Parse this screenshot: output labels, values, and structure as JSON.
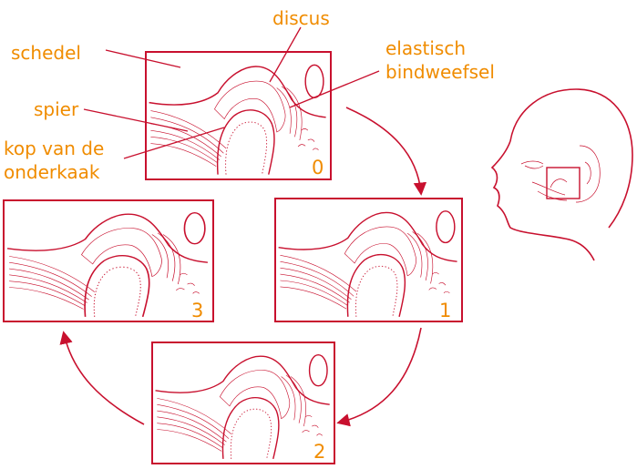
{
  "labels": {
    "discus": "discus",
    "schedel": "schedel",
    "elastisch_line1": "elastisch",
    "elastisch_line2": "bindweefsel",
    "spier": "spier",
    "kop_line1": "kop van de",
    "kop_line2": "onderkaak"
  },
  "panels": [
    {
      "number": "0"
    },
    {
      "number": "1"
    },
    {
      "number": "2"
    },
    {
      "number": "3"
    }
  ],
  "colors": {
    "label": "#f08c00",
    "drawing": "#c8102e",
    "background": "#ffffff"
  },
  "icons": [
    "cycle-arrow",
    "head-profile-icon",
    "joint-locator-box"
  ]
}
